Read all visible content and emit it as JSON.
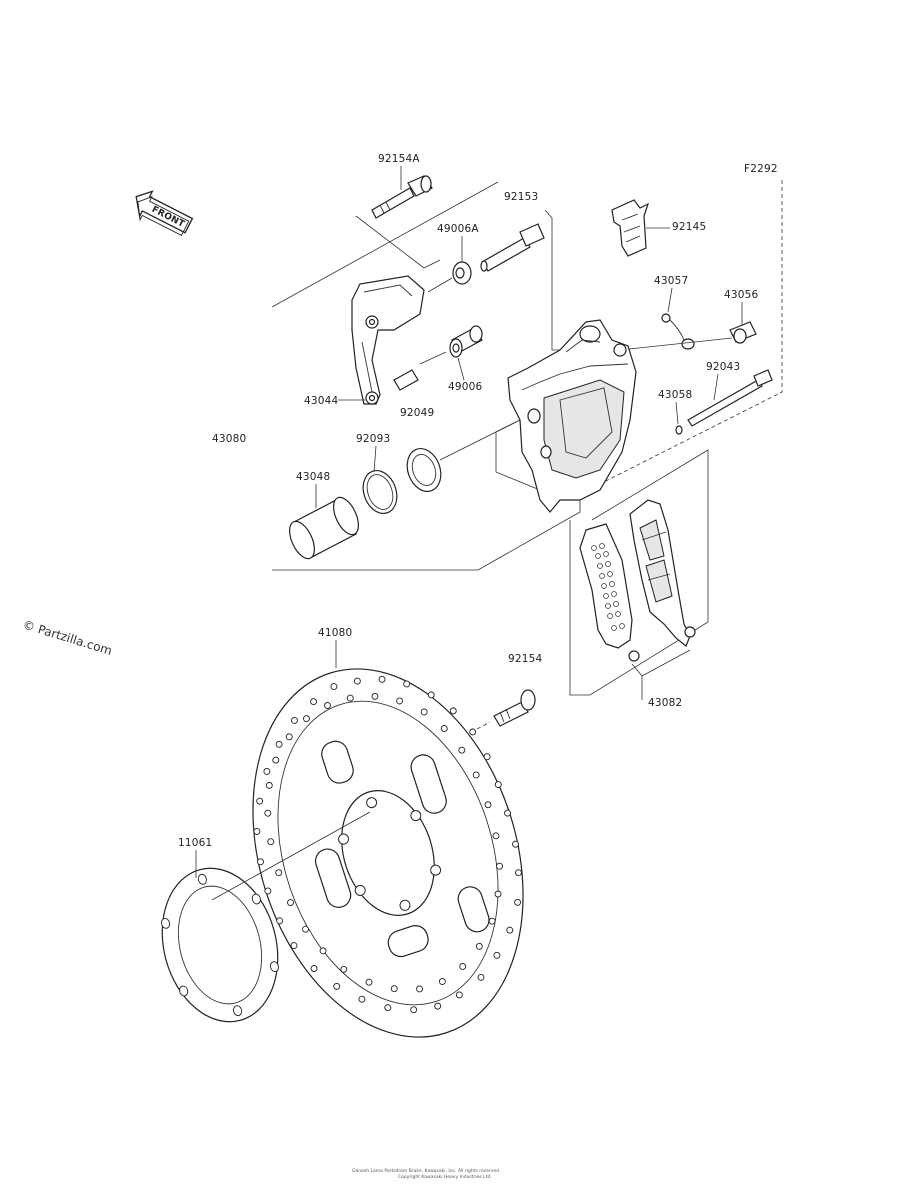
{
  "diagram": {
    "figure_code": "F2292",
    "front_arrow_label": "FRONT",
    "watermark": "© Partzilla.com",
    "footer_line1": "Ganesh Lama Partsdrom Brake, Kawasaki, Inc. All rights reserved.",
    "footer_line2": "Copyright Kawasaki Heavy Industries Ltd.",
    "parts": {
      "p92154A": "92154A",
      "p92153": "92153",
      "p92145": "92145",
      "p49006A": "49006A",
      "p43057": "43057",
      "p43056": "43056",
      "p49006": "49006",
      "p43044": "43044",
      "p92049": "92049",
      "p92043": "92043",
      "p43058": "43058",
      "p43080": "43080",
      "p92093": "92093",
      "p43048": "43048",
      "p41080": "41080",
      "p92154": "92154",
      "p43082": "43082",
      "p11061": "11061"
    }
  }
}
